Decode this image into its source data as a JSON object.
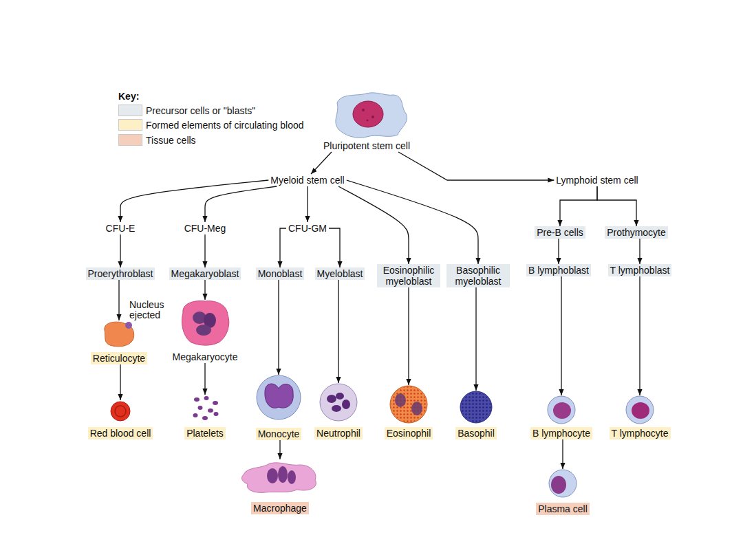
{
  "diagram": {
    "nodes": [
      {
        "text": [
          "Pluripotent stem cell"
        ]
      },
      {
        "text": [
          "Myeloid stem cell"
        ]
      },
      {
        "text": [
          "Lymphoid stem cell"
        ]
      },
      {
        "text": [
          "CFU-E"
        ]
      },
      {
        "text": [
          "CFU-Meg"
        ]
      },
      {
        "text": [
          "CFU-GM"
        ]
      },
      {
        "text": [
          "Eosinophilic myeloblast"
        ]
      },
      {
        "text": [
          "Basophilic myeloblast"
        ]
      },
      {
        "text": [
          "Pre-B cells"
        ]
      },
      {
        "text": [
          "Prothymocyte"
        ]
      },
      {
        "text": [
          "Proerythroblast"
        ]
      },
      {
        "text": [
          "Megakaryoblast"
        ]
      },
      {
        "text": [
          "Monoblast"
        ]
      },
      {
        "text": [
          "Myeloblast"
        ]
      },
      {
        "text": [
          "B lymphoblast"
        ]
      },
      {
        "text": [
          "T lymphoblast"
        ]
      },
      {
        "text": [
          "Megakaryocyte"
        ]
      },
      {
        "text": [
          "Reticulocyte"
        ]
      },
      {
        "text": [
          "Red blood cell"
        ]
      },
      {
        "text": [
          "Platelets"
        ]
      },
      {
        "text": [
          "Monocyte"
        ]
      },
      {
        "text": [
          "Neutrophil"
        ]
      },
      {
        "text": [
          "Eosinophil"
        ]
      },
      {
        "text": [
          "Basophil"
        ]
      },
      {
        "text": [
          "B lymphocyte"
        ]
      },
      {
        "text": [
          "T lymphocyte"
        ]
      },
      {
        "text": [
          "Macrophage"
        ]
      },
      {
        "text": [
          "Plasma cell"
        ]
      }
    ],
    "edges": [
      {
        "from": 0,
        "to": 1,
        "arrow": "to"
      },
      {
        "from": 0,
        "to": 2,
        "arrow": "to"
      },
      {
        "from": 1,
        "to": 3,
        "arrow": "to"
      },
      {
        "from": 1,
        "to": 4,
        "arrow": "to"
      },
      {
        "from": 1,
        "to": 5,
        "arrow": "to"
      },
      {
        "from": 1,
        "to": 6,
        "arrow": "to"
      },
      {
        "from": 1,
        "to": 7,
        "arrow": "to"
      },
      {
        "from": 2,
        "to": 8,
        "arrow": "to"
      },
      {
        "from": 2,
        "to": 9,
        "arrow": "to"
      },
      {
        "from": 3,
        "to": 10,
        "arrow": "to"
      },
      {
        "from": 4,
        "to": 11,
        "arrow": "to"
      },
      {
        "from": 5,
        "to": 12,
        "arrow": "to"
      },
      {
        "from": 5,
        "to": 13,
        "arrow": "to"
      },
      {
        "from": 6,
        "to": 22,
        "arrow": "to"
      },
      {
        "from": 7,
        "to": 23,
        "arrow": "to"
      },
      {
        "from": 8,
        "to": 14,
        "arrow": "to"
      },
      {
        "from": 9,
        "to": 15,
        "arrow": "to"
      },
      {
        "from": 10,
        "to": 17,
        "arrow": "to"
      },
      {
        "from": 11,
        "to": 16,
        "arrow": "to"
      },
      {
        "from": 12,
        "to": 20,
        "arrow": "to"
      },
      {
        "from": 13,
        "to": 21,
        "arrow": "to"
      },
      {
        "from": 14,
        "to": 24,
        "arrow": "to"
      },
      {
        "from": 15,
        "to": 25,
        "arrow": "to"
      },
      {
        "from": 17,
        "to": 18,
        "arrow": "to"
      },
      {
        "from": 16,
        "to": 19,
        "arrow": "to"
      },
      {
        "from": 20,
        "to": 26,
        "arrow": "to"
      },
      {
        "from": 24,
        "to": 27,
        "arrow": "to"
      }
    ],
    "labels": [
      "Key:",
      "Nucleus ejected"
    ],
    "legend": [
      {
        "text": "Precursor cells or \"blasts\"",
        "color": "#e4eaee"
      },
      {
        "text": "Formed elements of circulating blood",
        "color": "#fdf0c6"
      },
      {
        "text": "Tissue cells",
        "color": "#f5cfbb"
      }
    ]
  }
}
